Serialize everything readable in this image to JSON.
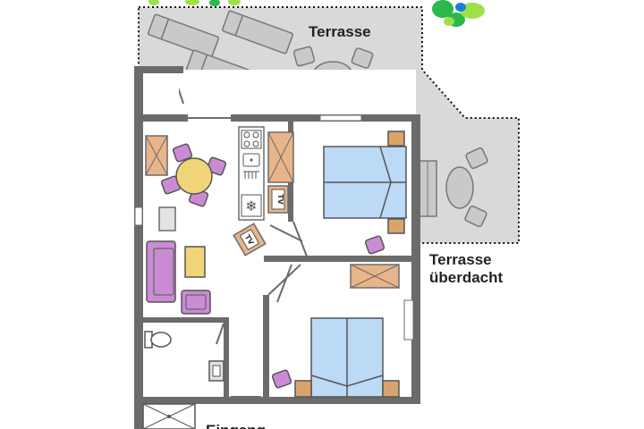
{
  "labels": {
    "terrace": "Terrasse",
    "covered_terrace_line1": "Terrasse",
    "covered_terrace_line2": "überdacht",
    "entrance": "Eingang",
    "tv": "TV"
  },
  "colors": {
    "wall": "#6b6b6b",
    "terrace_fill": "#d9d9d9",
    "floor": "#ffffff",
    "bed": "#bcd9f5",
    "pillow": "#d9a46b",
    "furniture_purple": "#c98bd3",
    "table_yellow": "#f1d478",
    "cabinet": "#e8b48a",
    "lounger": "#c9c9c9",
    "plant_green": "#2db84a",
    "plant_lime": "#9ee04a"
  }
}
